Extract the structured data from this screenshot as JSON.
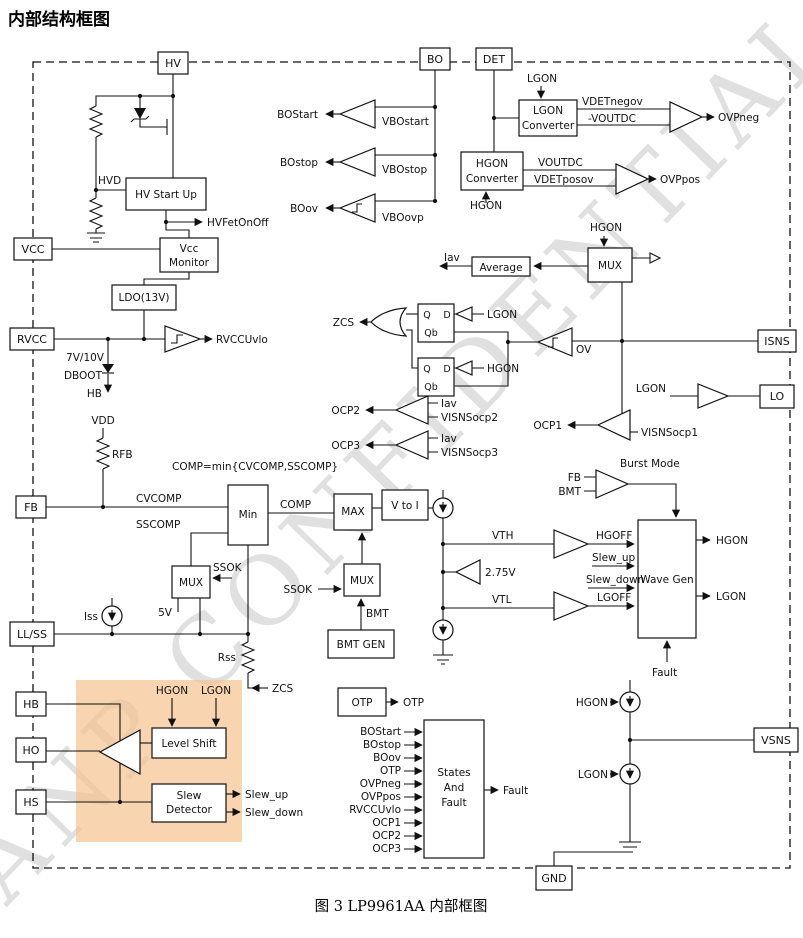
{
  "title": "内部结构框图",
  "caption": "图 3  LP9961AA 内部框图",
  "watermark": "LANP CONFIDENTIAL",
  "pins": {
    "hv": "HV",
    "bo": "BO",
    "det": "DET",
    "vcc": "VCC",
    "rvcc": "RVCC",
    "fb": "FB",
    "llss": "LL/SS",
    "hb": "HB",
    "ho": "HO",
    "hs": "HS",
    "isns": "ISNS",
    "lo": "LO",
    "vsns": "VSNS",
    "gnd": "GND"
  },
  "blocks": {
    "hv_startup": "HV Start Up",
    "vcc_monitor_1": "Vcc",
    "vcc_monitor_2": "Monitor",
    "ldo": "LDO(13V)",
    "lgon_conv_1": "LGON",
    "lgon_conv_2": "Converter",
    "hgon_conv_1": "HGON",
    "hgon_conv_2": "Converter",
    "average": "Average",
    "mux": "MUX",
    "min": "Min",
    "max": "MAX",
    "vtoi": "V to I",
    "bmt_gen": "BMT GEN",
    "wave_gen": "Wave Gen",
    "level_shift": "Level Shift",
    "slew_det_1": "Slew",
    "slew_det_2": "Detector",
    "otp": "OTP",
    "states_1": "States",
    "states_2": "And",
    "states_3": "Fault",
    "ff_q": "Q",
    "ff_d": "D",
    "ff_qb": "Qb"
  },
  "signals": {
    "hvd": "HVD",
    "hvfetonoff": "HVFetOnOff",
    "bostart": "BOStart",
    "vbostart": "VBOstart",
    "bostop": "BOstop",
    "vbostop": "VBOstop",
    "boov": "BOov",
    "vboovp": "VBOovp",
    "lgon": "LGON",
    "hgon": "HGON",
    "vdetnegov": "VDETnegov",
    "neg_voutdc": "-VOUTDC",
    "ovpneg": "OVPneg",
    "voutdc": "VOUTDC",
    "vdetposov": "VDETposov",
    "ovppos": "OVPpos",
    "iav": "Iav",
    "zcs": "ZCS",
    "ov": "OV",
    "ocp1": "OCP1",
    "ocp2": "OCP2",
    "ocp3": "OCP3",
    "visnsocp1": "VISNSocp1",
    "visnsocp2": "VISNSocp2",
    "visnsocp3": "VISNSocp3",
    "uvlo_thresh": "7V/10V",
    "dboot": "DBOOT",
    "hb": "HB",
    "rvccuvlo": "RVCCUvlo",
    "vdd": "VDD",
    "rfb": "RFB",
    "comp_eq": "COMP=min{CVCOMP,SSCOMP}",
    "cvcomp": "CVCOMP",
    "sscomp": "SSCOMP",
    "comp": "COMP",
    "ssok": "SSOK",
    "v5": "5V",
    "iss": "Iss",
    "rss": "Rss",
    "bmt": "BMT",
    "fb": "FB",
    "burst_mode": "Burst Mode",
    "vth": "VTH",
    "vtl": "VTL",
    "vref": "2.75V",
    "hgoff": "HGOFF",
    "slew_up": "Slew_up",
    "slew_down": "Slew_down",
    "lgoff": "LGOFF",
    "fault": "Fault",
    "otp": "OTP"
  },
  "states_inputs": [
    "BOStart",
    "BOstop",
    "BOov",
    "OTP",
    "OVPneg",
    "OVPpos",
    "RVCCUvlo",
    "OCP1",
    "OCP2",
    "OCP3"
  ]
}
